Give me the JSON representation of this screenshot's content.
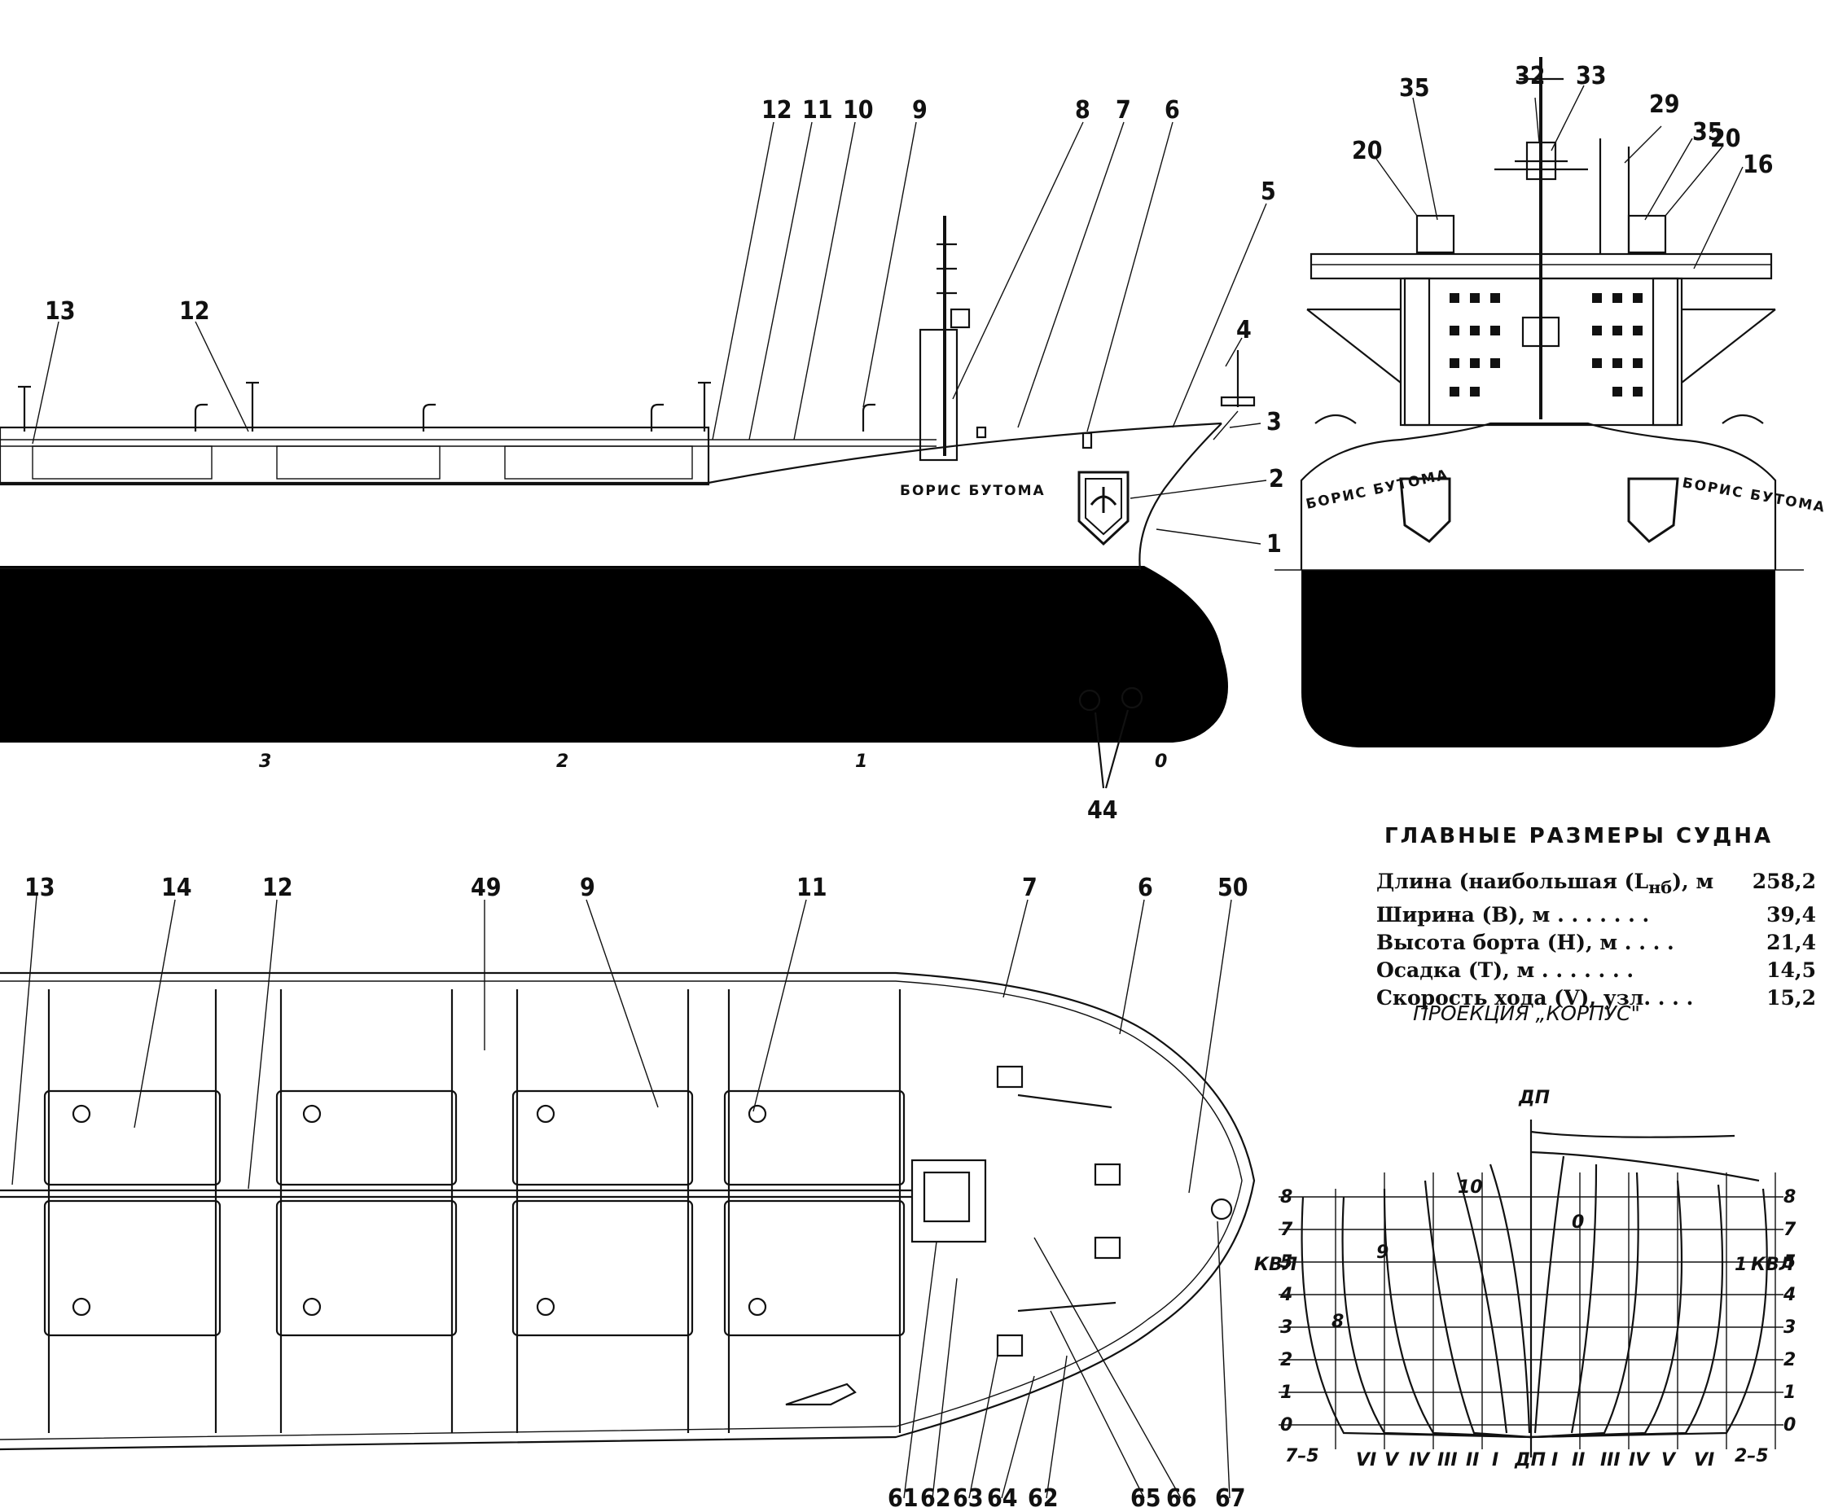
{
  "side_view": {
    "ship_name": "БОРИС БУТОМА",
    "callouts": [
      "13",
      "12",
      "12",
      "11",
      "10",
      "9",
      "8",
      "7",
      "6",
      "5",
      "4",
      "3",
      "2",
      "1",
      "44"
    ],
    "frame_marks": [
      "3",
      "2",
      "1",
      "0"
    ]
  },
  "front_view": {
    "ship_name": "БОРИС БУТОМА",
    "callouts": [
      "35",
      "32",
      "33",
      "29",
      "35",
      "20",
      "20",
      "16"
    ]
  },
  "plan_view": {
    "callouts_top": [
      "13",
      "14",
      "12",
      "49",
      "9",
      "11",
      "7",
      "6",
      "50"
    ],
    "callouts_bottom": [
      "61",
      "62",
      "63",
      "64",
      "62",
      "65",
      "66",
      "67"
    ]
  },
  "dimensions": {
    "title": "ГЛАВНЫЕ РАЗМЕРЫ СУДНА",
    "rows": [
      {
        "label": "Длина (наибольшая (L",
        "sub": "нб",
        "tail": "), м",
        "value": "258,2"
      },
      {
        "label": "Ширина (B), м . . . . . . .",
        "value": "39,4"
      },
      {
        "label": "Высота борта (H), м . . . .",
        "value": "21,4"
      },
      {
        "label": "Осадка (T), м . . . . . . .",
        "value": "14,5"
      },
      {
        "label": "Скорость хода (V), узл. . . .",
        "value": "15,2"
      }
    ]
  },
  "body_plan": {
    "title": "ПРОЕКЦИЯ „КОРПУС\"",
    "top_label": "ДП",
    "waterline_label": "КВЛ",
    "levels": [
      "0",
      "1",
      "2",
      "3",
      "4",
      "5",
      "7",
      "8"
    ],
    "station_labels": [
      "10",
      "9",
      "8",
      "0",
      "1"
    ],
    "bottom_labels": [
      "7–5",
      "VI",
      "V",
      "IV",
      "III",
      "II",
      "I",
      "ДП",
      "I",
      "II",
      "III",
      "IV",
      "V",
      "VI",
      "2–5"
    ]
  }
}
